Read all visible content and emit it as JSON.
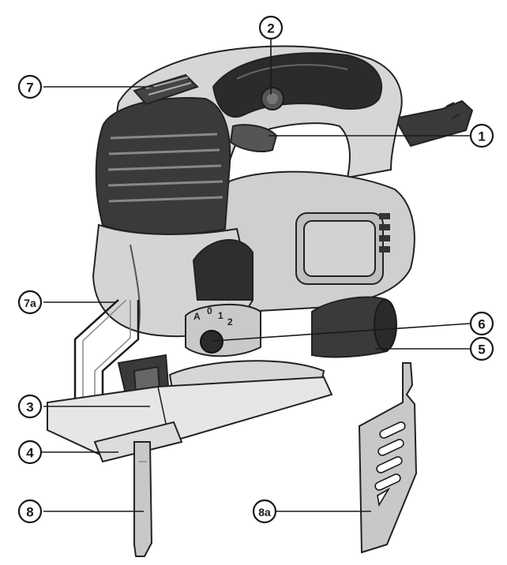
{
  "callouts": {
    "c1": "1",
    "c2": "2",
    "c3": "3",
    "c4": "4",
    "c5": "5",
    "c6": "6",
    "c7": "7",
    "c7a": "7a",
    "c8": "8",
    "c8a": "8a"
  },
  "dial": {
    "mark_a": "A",
    "mark_0": "0",
    "mark_1": "1",
    "mark_2": "2"
  },
  "colors": {
    "body_light": "#d9d9d9",
    "body_mid": "#bdbdbd",
    "body_dark": "#3a3a3a",
    "grip_dark": "#2b2b2b",
    "shoe": "#e6e6e6",
    "blade": "#c8c8c8",
    "outline": "#1a1a1a"
  }
}
